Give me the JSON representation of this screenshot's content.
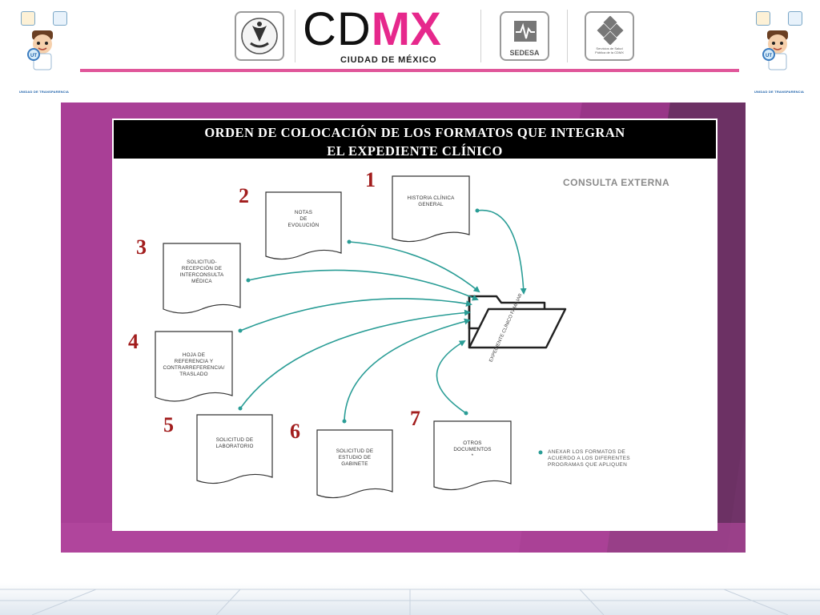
{
  "header": {
    "ut_caption": "UNIDAD DE TRANSPARENCIA",
    "ut_badge_text": "UT",
    "cdmx_cd": "CD",
    "cdmx_mx": "MX",
    "ciudad": "CIUDAD DE MÉXICO",
    "sedesa_label": "SEDESA",
    "servicios_label": "Servicios de Salud Pública de la CDMX",
    "colors": {
      "pink": "#e6288c",
      "rule": "#e0569a"
    }
  },
  "slide": {
    "title_line1": "ORDEN DE COLOCACIÓN DE LOS FORMATOS QUE INTEGRAN",
    "title_line2": "EL EXPEDIENTE CLÍNICO",
    "consulta": "CONSULTA EXTERNA",
    "folder_label": "EXPEDIENTE CLÍNICO FAMILIAR",
    "note_line1": "ANEXAR LOS FORMATOS  DE",
    "note_line2": "ACUERDO A LOS DIFERENTES",
    "note_line3": "PROGRAMAS QUE APLIQUEN",
    "documents": [
      {
        "number": "1",
        "lines": [
          "HISTORIA CLÍNICA",
          "GENERAL"
        ]
      },
      {
        "number": "2",
        "lines": [
          "NOTAS",
          "DE",
          "EVOLUCIÓN"
        ]
      },
      {
        "number": "3",
        "lines": [
          "SOLICITUD-",
          "RECEPCIÓN DE",
          "INTERCONSULTA",
          "MÉDICA"
        ]
      },
      {
        "number": "4",
        "lines": [
          "HOJA DE",
          "REFERENCIA Y",
          "CONTRARREFERENCIA/",
          "TRASLADO"
        ]
      },
      {
        "number": "5",
        "lines": [
          "SOLICITUD DE",
          "LABORATORIO"
        ]
      },
      {
        "number": "6",
        "lines": [
          "SOLICITUD DE",
          "ESTUDIO DE",
          "GABINETE"
        ]
      },
      {
        "number": "7",
        "lines": [
          "OTROS",
          "DOCUMENTOS",
          "*"
        ]
      }
    ],
    "colors": {
      "background": "#a93f96",
      "arrow": "#2a9d96",
      "number": "#a21d1d"
    }
  }
}
